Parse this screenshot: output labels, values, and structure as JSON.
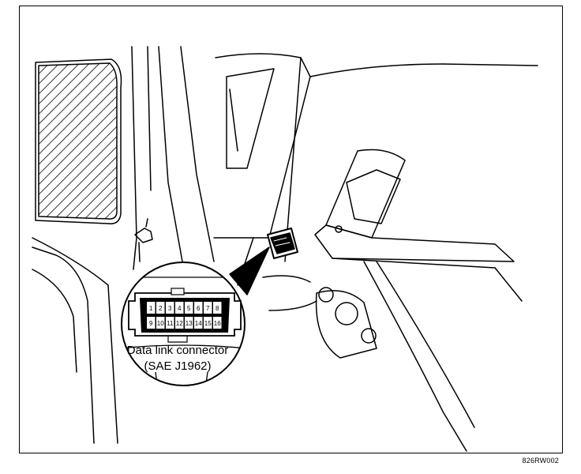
{
  "figure": {
    "caption_line1": "Data link connector",
    "caption_line2": "(SAE J1962)",
    "figure_code": "826RW002",
    "connector_pins_top": [
      "1",
      "2",
      "3",
      "4",
      "5",
      "6",
      "7",
      "8"
    ],
    "connector_pins_bottom": [
      "9",
      "10",
      "11",
      "12",
      "13",
      "14",
      "15",
      "16"
    ]
  }
}
